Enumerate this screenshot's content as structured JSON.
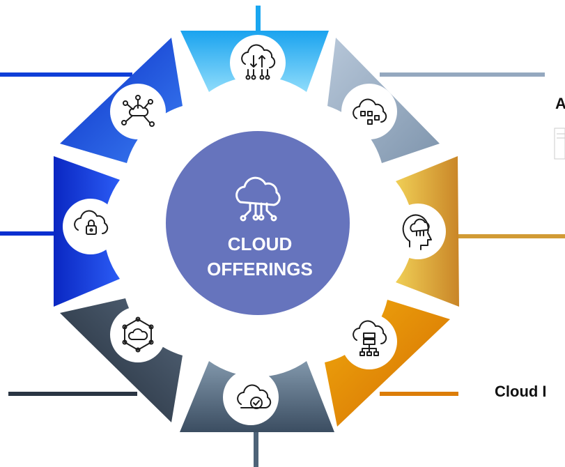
{
  "center": {
    "line1": "CLOUD",
    "line2": "OFFERINGS",
    "icon": "cloud-circuit-icon",
    "color": "#6674bd"
  },
  "labels": {
    "right_top": "A",
    "right_bottom": "Cloud I"
  },
  "segments": [
    {
      "name": "top",
      "icon": "cloud-data-transfer-icon",
      "color": "#1aa6f0"
    },
    {
      "name": "top-right",
      "icon": "cloud-apps-icon",
      "color": "#94a8bf"
    },
    {
      "name": "right",
      "icon": "cloud-ai-head-icon",
      "color": "#d19b35"
    },
    {
      "name": "bottom-right",
      "icon": "cloud-server-icon",
      "color": "#dc7d08"
    },
    {
      "name": "bottom",
      "icon": "cloud-check-icon",
      "color": "#4e6378"
    },
    {
      "name": "bottom-left",
      "icon": "cloud-network-hex-icon",
      "color": "#2a3543"
    },
    {
      "name": "left",
      "icon": "cloud-lock-icon",
      "color": "#0a2fd0"
    },
    {
      "name": "top-left",
      "icon": "cloud-network-icon",
      "color": "#0f3fd8"
    }
  ]
}
